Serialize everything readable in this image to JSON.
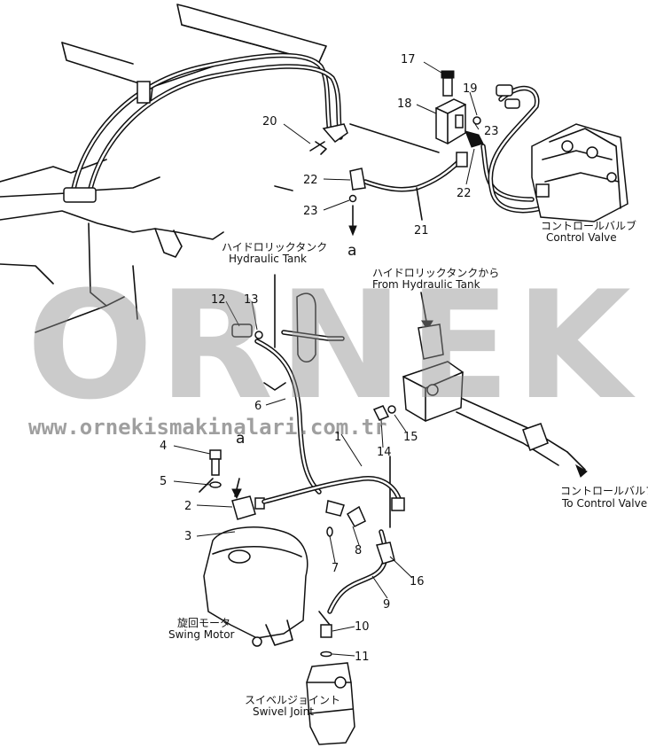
{
  "parts": [
    {
      "num": "1"
    },
    {
      "num": "2"
    },
    {
      "num": "3"
    },
    {
      "num": "4"
    },
    {
      "num": "5"
    },
    {
      "num": "6"
    },
    {
      "num": "7"
    },
    {
      "num": "8"
    },
    {
      "num": "9"
    },
    {
      "num": "10"
    },
    {
      "num": "11"
    },
    {
      "num": "12"
    },
    {
      "num": "13"
    },
    {
      "num": "14"
    },
    {
      "num": "15"
    },
    {
      "num": "16"
    },
    {
      "num": "17"
    },
    {
      "num": "18"
    },
    {
      "num": "19"
    },
    {
      "num": "20"
    },
    {
      "num": "21"
    },
    {
      "num": "22"
    },
    {
      "num": "22"
    },
    {
      "num": "23"
    },
    {
      "num": "23"
    }
  ],
  "refs": {
    "a_top": "a",
    "a_bottom": "a"
  },
  "labels": {
    "control_valve_jp": "コントロールバルブ",
    "control_valve_en": "Control Valve",
    "hydraulic_tank_jp": "ハイドロリックタンク",
    "hydraulic_tank_en": "Hydraulic Tank",
    "from_tank_jp": "ハイドロリックタンクから",
    "from_tank_en": "From Hydraulic Tank",
    "to_valve_jp": "コントロールバルブへ",
    "to_valve_en": "To Control Valve",
    "swing_motor_jp": "旋回モータ",
    "swing_motor_en": "Swing Motor",
    "swivel_joint_jp": "スイベルジョイント",
    "swivel_joint_en": "Swivel Joint"
  },
  "watermark": {
    "logo": "ORNEK",
    "url": "www.ornekismakinalari.com.tr"
  }
}
